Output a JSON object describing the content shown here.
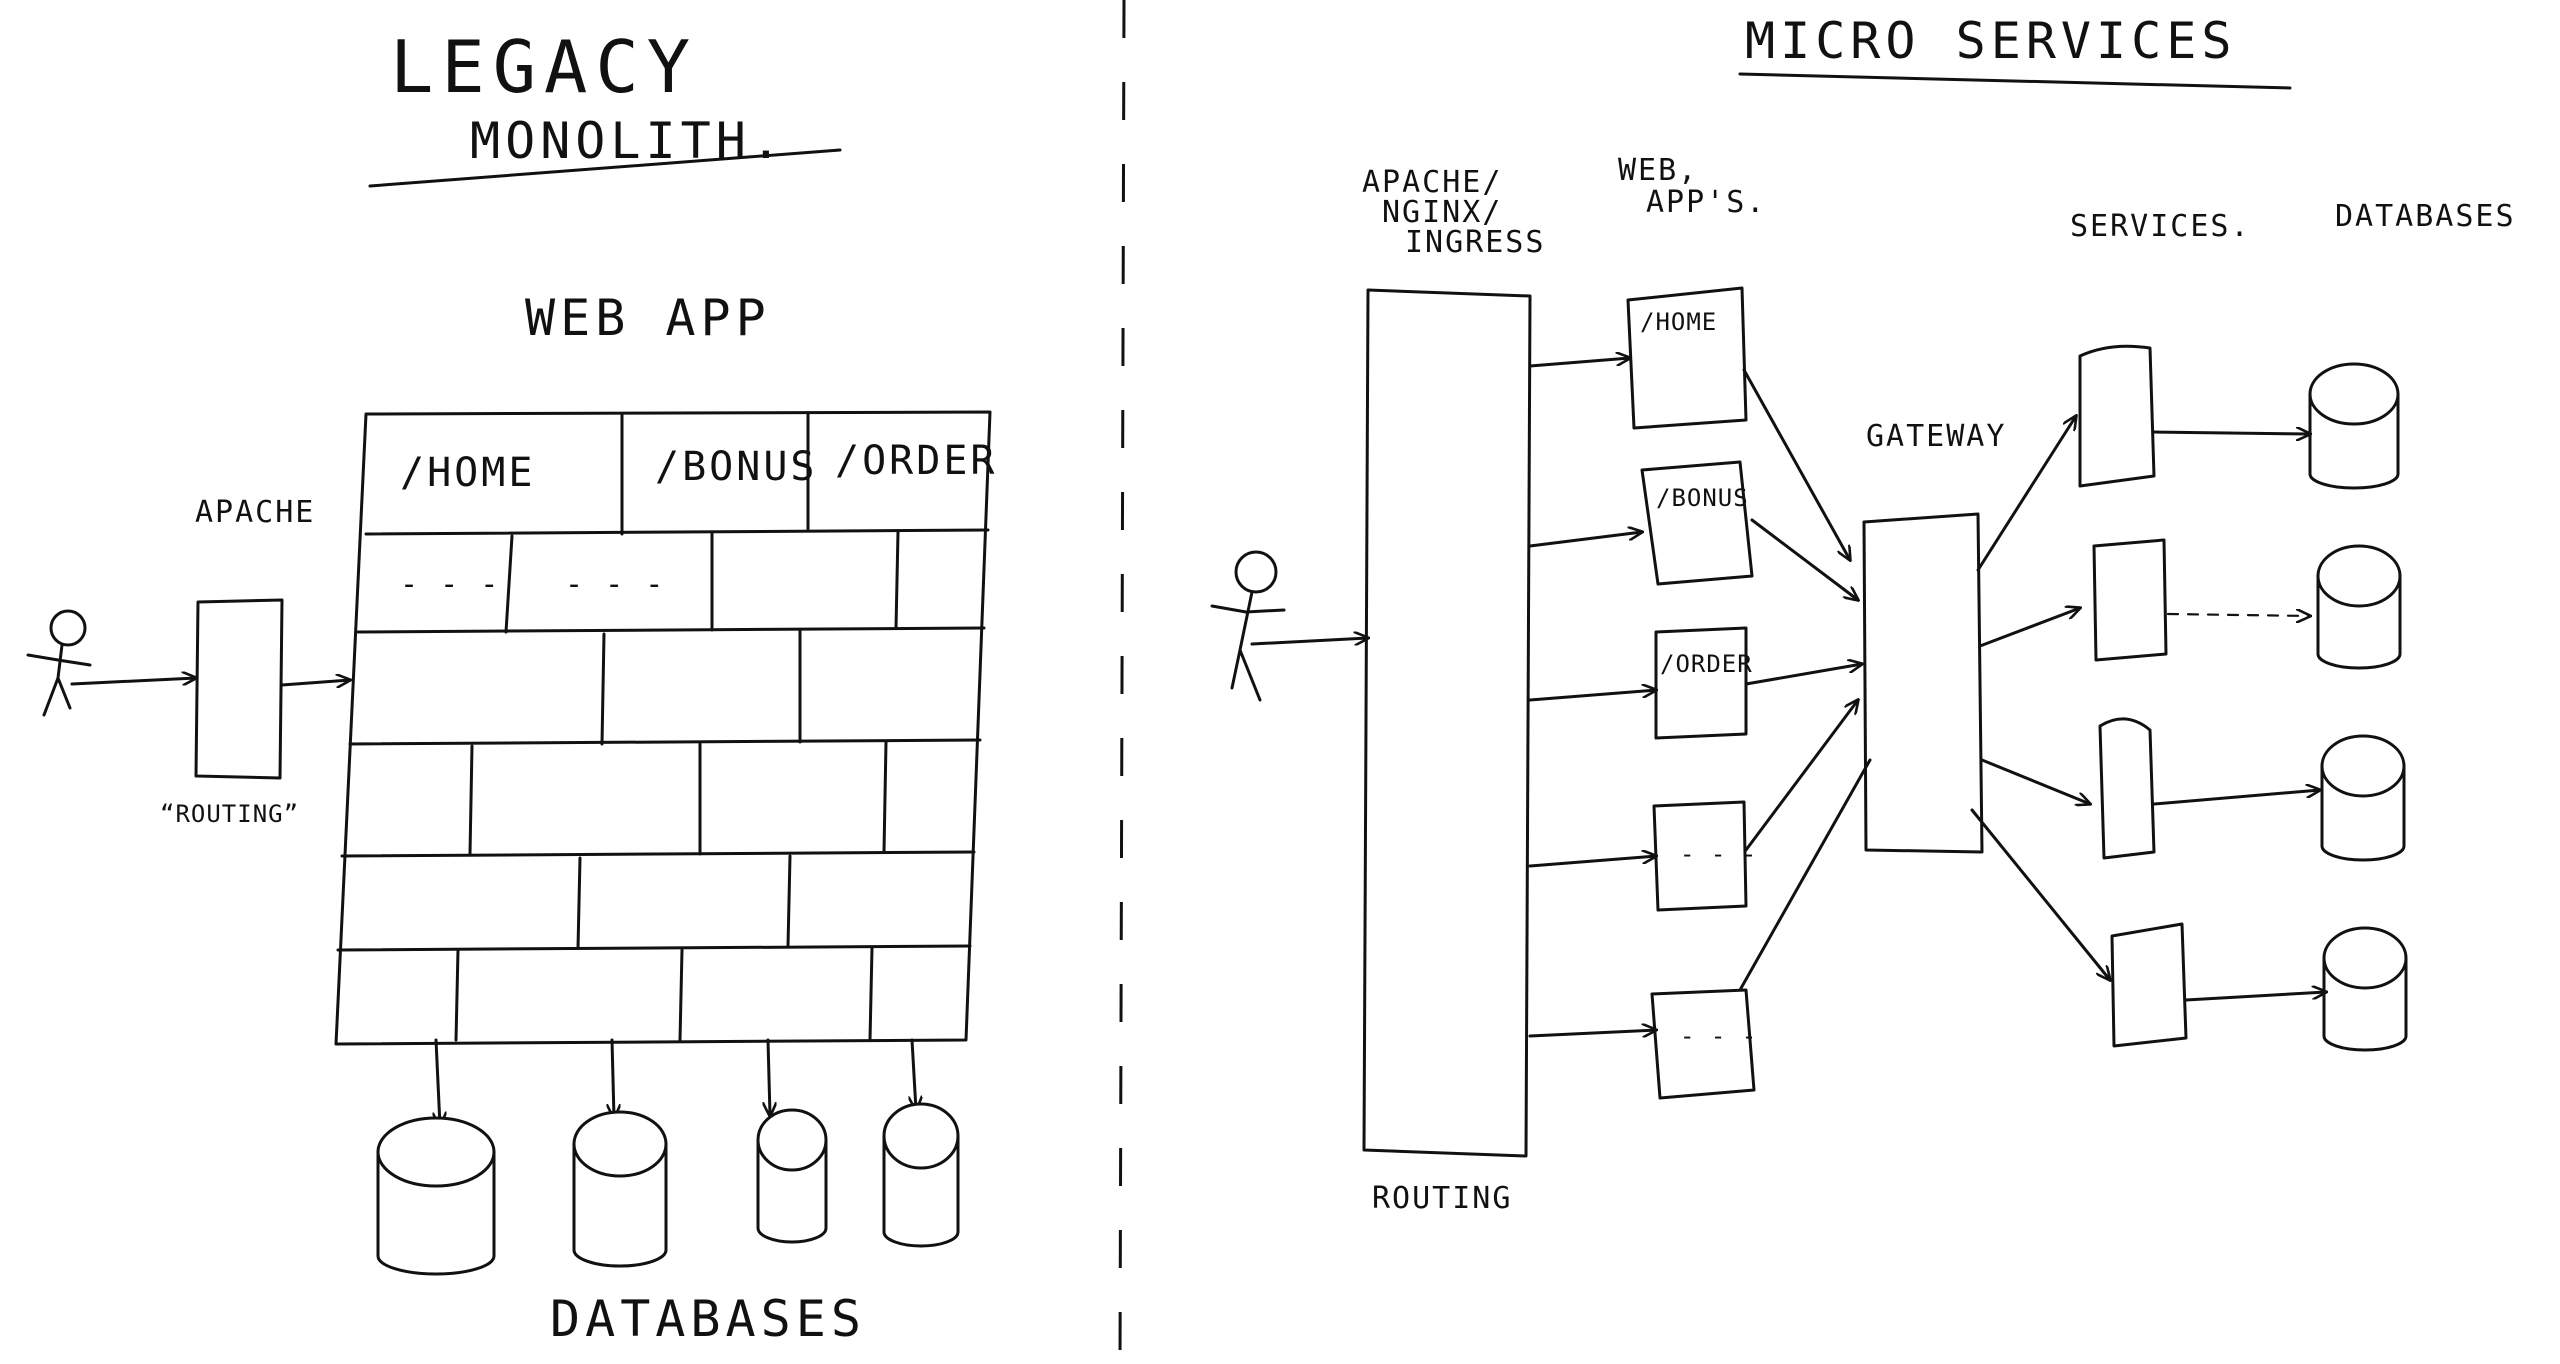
{
  "legacy": {
    "title": "LEGACY",
    "subtitle": "MONOLITH.",
    "web_app_label": "WEB APP",
    "apache_label": "APACHE",
    "routing_label": "“ROUTING”",
    "modules": [
      "/HOME",
      "/BONUS",
      "/ORDER"
    ],
    "placeholders": [
      "- - -",
      "- - -"
    ],
    "databases_label": "DATABASES"
  },
  "microservices": {
    "title": "MICRO SERVICES",
    "ingress_label_line1": "APACHE/",
    "ingress_label_line2": "NGINX/",
    "ingress_label_line3": "INGRESS",
    "web_apps_label_line1": "WEB,",
    "web_apps_label_line2": "APP'S.",
    "web_apps": [
      "/HOME",
      "/BONUS",
      "/ORDER",
      "- - -",
      "- - -"
    ],
    "gateway_label": "GATEWAY",
    "services_label": "SERVICES.",
    "databases_label": "DATABASES",
    "routing_label": "ROUTING"
  }
}
